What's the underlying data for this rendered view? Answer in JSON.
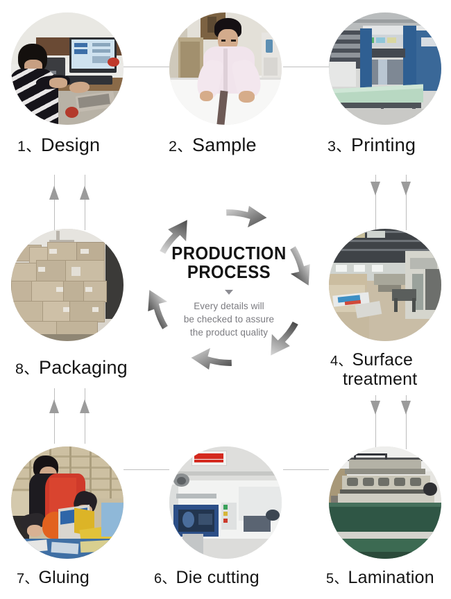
{
  "diagram": {
    "title_line1": "PRODUCTION",
    "title_line2": "PROCESS",
    "subtitle_line1": "Every details will",
    "subtitle_line2": "be checked to assure",
    "subtitle_line3": "the product quality",
    "arrow_color": "#9b9b9b",
    "line_color": "#bfbfbf",
    "text_color": "#141414",
    "subtitle_color": "#7b7b80"
  },
  "steps": [
    {
      "number": "1",
      "sep": "、",
      "label": "Design",
      "image_alt": "designer working at a computer workstation"
    },
    {
      "number": "2",
      "sep": "、",
      "label": "Sample",
      "image_alt": "worker making a paper sample on a white table"
    },
    {
      "number": "3",
      "sep": "、",
      "label": "Printing",
      "image_alt": "blue offset printing press in a print shop"
    },
    {
      "number": "4",
      "sep": "、",
      "label": "Surface",
      "label2": "treatment",
      "image_alt": "factory workshop with surface treatment equipment"
    },
    {
      "number": "5",
      "sep": "、",
      "label": "Lamination",
      "image_alt": "laminating machine with green conveyor belt"
    },
    {
      "number": "6",
      "sep": "、",
      "label": "Die cutting",
      "image_alt": "white automatic die cutting machine with red sign"
    },
    {
      "number": "7",
      "sep": "、",
      "label": "Gluing",
      "image_alt": "worker in red apron gluing colored boxes"
    },
    {
      "number": "8",
      "sep": "、",
      "label": "Packaging",
      "image_alt": "stacked brown cardboard cartons on pallets"
    }
  ]
}
